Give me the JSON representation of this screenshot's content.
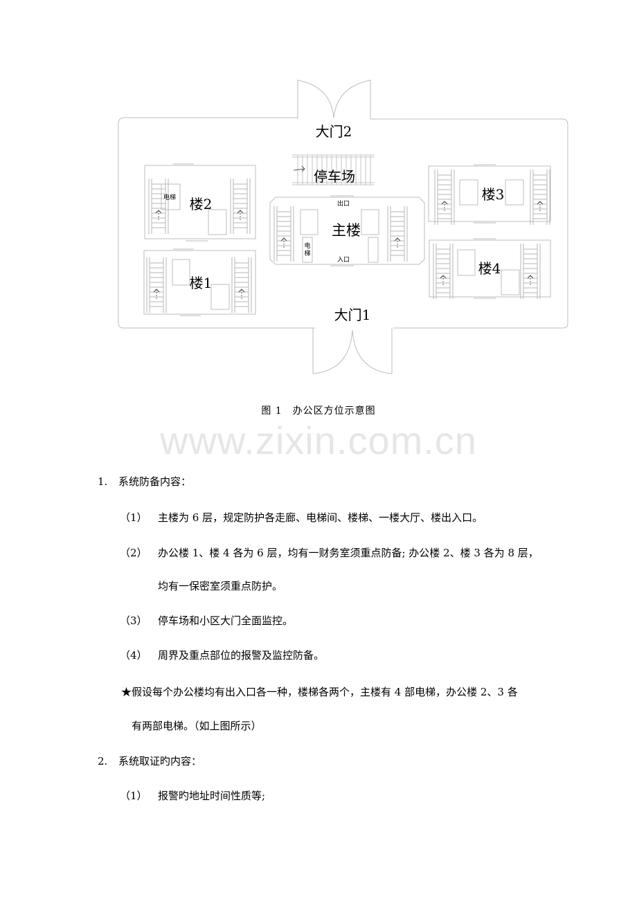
{
  "figure": {
    "labels": {
      "gate2": "大门2",
      "gate1": "大门1",
      "parking": "停车场",
      "main_building": "主楼",
      "main_exit": "出口",
      "main_entrance": "入口",
      "main_elevator": "电梯",
      "building1": "楼1",
      "building2": "楼2",
      "building3": "楼3",
      "building4": "楼4",
      "building2_elevator": "电梯"
    },
    "caption": "图 1　办公区方位示意图"
  },
  "watermark": "www.zixin.com.cn",
  "sections": [
    {
      "number": "1.",
      "title": "系统防备内容：",
      "items": [
        {
          "number": "（1）",
          "text": "主楼为 6 层，规定防护各走廊、电梯间、楼梯、一楼大厅、楼出入口。"
        },
        {
          "number": "（2）",
          "text": "办公楼 1、楼 4 各为 6 层，均有一财务室须重点防备; 办公楼 2、楼 3 各为 8 层，",
          "continuation": "均有一保密室须重点防护。"
        },
        {
          "number": "（3）",
          "text": "停车场和小区大门全面监控。"
        },
        {
          "number": "（4）",
          "text": "周界及重点部位的报警及监控防备。"
        }
      ],
      "note": {
        "line1": "★假设每个办公楼均有出入口各一种，楼梯各两个，主楼有 4 部电梯，办公楼 2、3 各",
        "line2": "有两部电梯。（如上图所示）"
      }
    },
    {
      "number": "2.",
      "title": "系统取证旳内容：",
      "items": [
        {
          "number": "（1）",
          "text": "报警旳地址时间性质等;"
        }
      ]
    }
  ]
}
